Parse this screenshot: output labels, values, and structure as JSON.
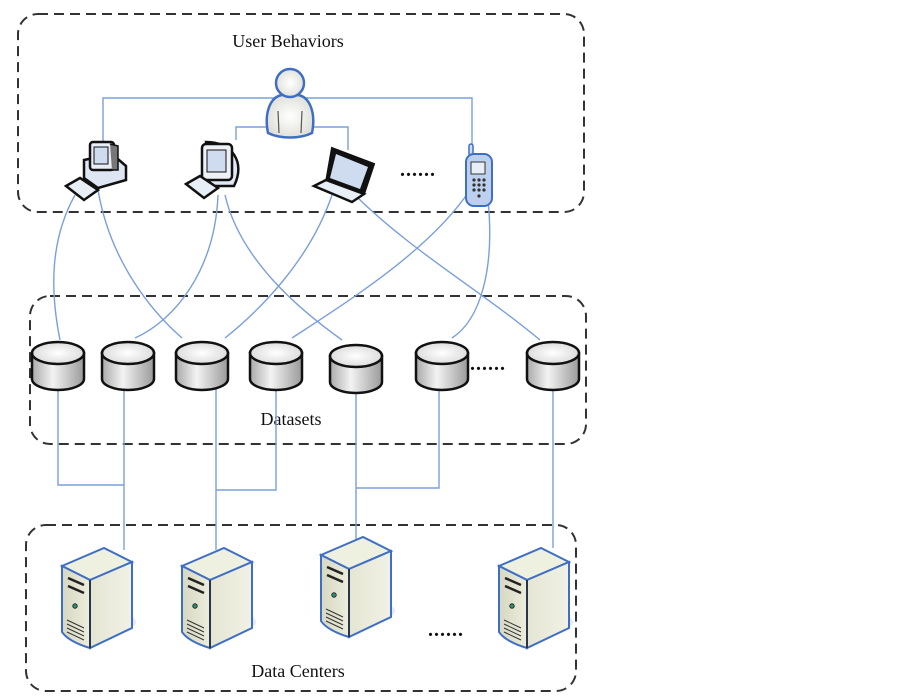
{
  "diagram": {
    "groups": {
      "users": {
        "title": "User Behaviors"
      },
      "datasets": {
        "title": "Datasets"
      },
      "datacenters": {
        "title": "Data Centers"
      }
    },
    "user_node": {
      "icon": "user-icon"
    },
    "devices": [
      {
        "icon": "desktop-tower-icon",
        "kind": "desktop computer"
      },
      {
        "icon": "crt-monitor-icon",
        "kind": "monitor computer"
      },
      {
        "icon": "laptop-icon",
        "kind": "laptop"
      },
      {
        "icon": "mobile-phone-icon",
        "kind": "mobile phone"
      }
    ],
    "devices_ellipsis": "......",
    "datasets_count_shown": 7,
    "datasets_ellipsis": "......",
    "servers_count_shown": 4,
    "servers_ellipsis": "......",
    "colors": {
      "link": "#7a9fdc",
      "box_border": "#333333",
      "server_outline": "#3f6fc4",
      "server_body": "#e3e4d0"
    }
  }
}
